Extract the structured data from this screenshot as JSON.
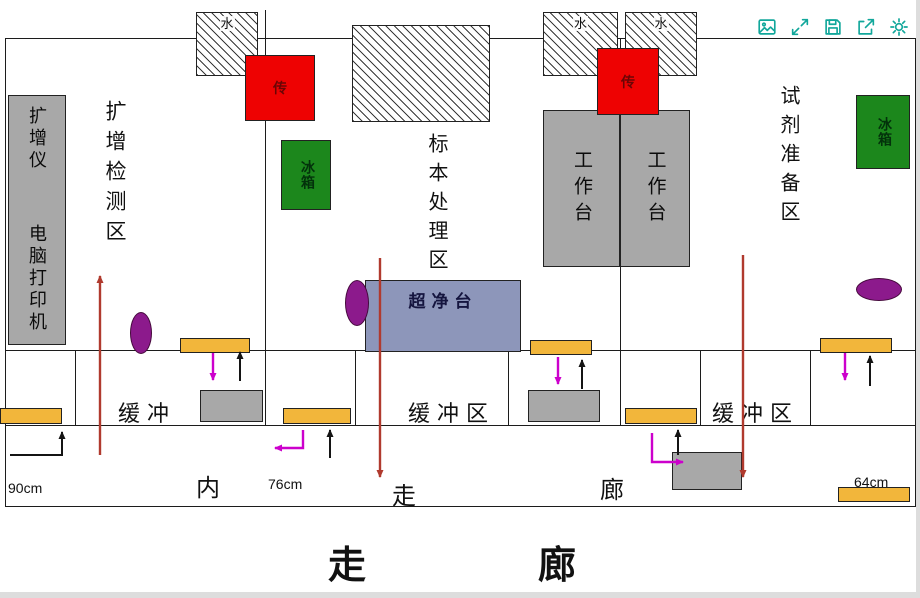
{
  "viewer_toolbar": {
    "accent_color": "#12a79b",
    "icons": [
      "image-icon",
      "fullscreen-icon",
      "save-icon",
      "export-icon",
      "settings-icon"
    ]
  },
  "rooms": {
    "amplification_zone_label": "扩增检测区",
    "specimen_zone_label": "标本处理区",
    "reagent_zone_label": "试剂准备区"
  },
  "equipment": {
    "amplifier": "扩增仪",
    "computer_printer": "电脑打印机",
    "workbench": "工作台",
    "clean_bench": "超净台",
    "fridge": "冰箱",
    "pass_box": "传",
    "sink": "水"
  },
  "buffer": {
    "buffer1": "缓冲",
    "buffer2": "缓冲区",
    "buffer3": "缓冲区"
  },
  "corridor": {
    "inner_char1": "内",
    "inner_char2": "走",
    "inner_char3": "廊",
    "main_char1": "走",
    "main_char2": "廊"
  },
  "dimensions": {
    "left": "90cm",
    "middle": "76cm",
    "right": "64cm"
  },
  "colors": {
    "pass_box_red": "#ee0202",
    "fridge_green": "#1c871c",
    "pass_window_yellow": "#f2b63b",
    "stool_purple": "#8c1a8c",
    "clean_bench_blue": "#8d96ba",
    "bench_gray": "#a8a8a8",
    "flow_arrow_red": "#b03a2e",
    "flow_arrow_magenta": "#cc00cc"
  }
}
